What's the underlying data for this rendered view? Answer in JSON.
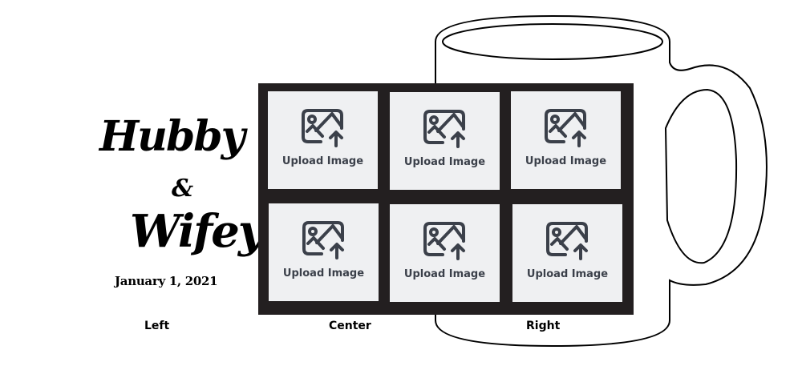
{
  "design": {
    "line1": "Hubby",
    "ampersand": "&",
    "line2": "Wifey",
    "date": "January 1, 2021"
  },
  "upload_slots": [
    {
      "label": "Upload Image",
      "icon": "image-upload-icon"
    },
    {
      "label": "Upload Image",
      "icon": "image-upload-icon"
    },
    {
      "label": "Upload Image",
      "icon": "image-upload-icon"
    },
    {
      "label": "Upload Image",
      "icon": "image-upload-icon"
    },
    {
      "label": "Upload Image",
      "icon": "image-upload-icon"
    },
    {
      "label": "Upload Image",
      "icon": "image-upload-icon"
    }
  ],
  "positions": {
    "left": "Left",
    "center": "Center",
    "right": "Right"
  },
  "colors": {
    "frame": "#231f20",
    "tile": "#eff0f2",
    "icon": "#3b404a"
  }
}
